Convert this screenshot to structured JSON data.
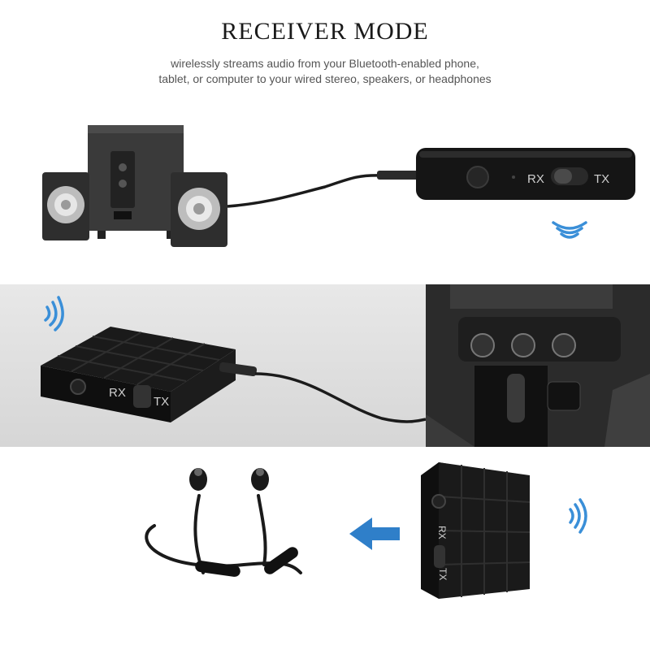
{
  "header": {
    "title": "RECEIVER MODE",
    "subtitle_line1": "wirelessly streams audio from your Bluetooth-enabled phone,",
    "subtitle_line2": "tablet, or computer to your wired stereo, speakers, or headphones"
  },
  "device_labels": {
    "rx": "RX",
    "tx": "TX"
  },
  "colors": {
    "signal_blue": "#3a8fd8",
    "arrow_blue": "#2f7fc9",
    "device_black": "#111111"
  },
  "icons": [
    "bluetooth-signal-icon",
    "arrow-left-icon",
    "power-button-icon"
  ]
}
